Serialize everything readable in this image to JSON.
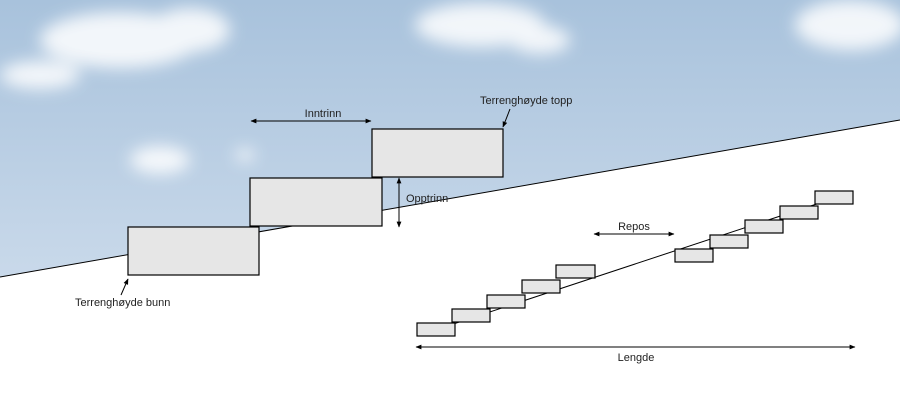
{
  "labels": {
    "inntrinn": "Inntrinn",
    "terrenghoyde_topp": "Terrenghøyde topp",
    "opptrinn": "Opptrinn",
    "terrenghoyde_bunn": "Terrenghøyde bunn",
    "repos": "Repos",
    "lengde": "Lengde"
  },
  "colors": {
    "sky_top": "#a8c2dc",
    "sky_bottom": "#c9d9ea",
    "cloud": "#ffffff",
    "step_fill": "#e6e6e6",
    "step_stroke": "#000000",
    "line": "#000000"
  }
}
